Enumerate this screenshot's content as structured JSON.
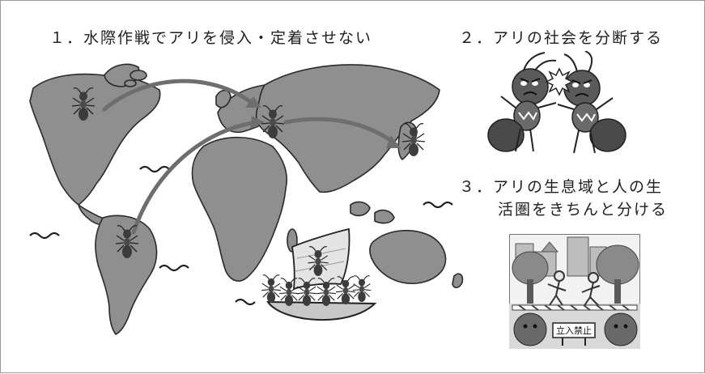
{
  "headings": {
    "item1": "１．水際作戦でアリを侵入・定着させない",
    "item2": "２．アリの社会を分断する",
    "item3_line1": "３．アリの生息域と人の生",
    "item3_line2": "活圏をきちんと分ける"
  },
  "sign": {
    "text": "立入禁止"
  },
  "colors": {
    "land": "#8f8f8f",
    "land_outline": "#2a2a2a",
    "arrow": "#6e6e6e",
    "ant": "#4a4a4a",
    "background": "#ffffff",
    "border": "#9a9a9a"
  },
  "icons": [
    "ant-icon",
    "arrow-icon",
    "ship-icon",
    "clash-icon",
    "no-entry-sign-icon"
  ]
}
